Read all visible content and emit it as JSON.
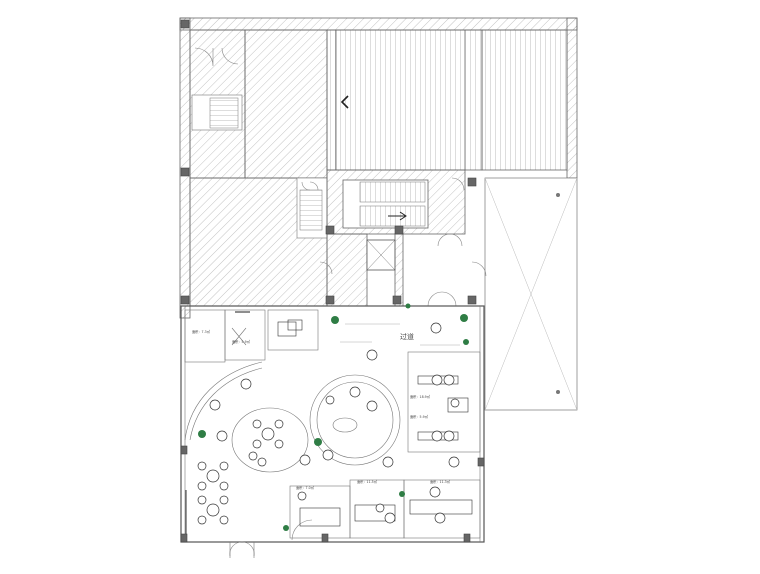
{
  "drawing": {
    "label_passage": "过道",
    "room_labels": [
      {
        "key": "r1",
        "text": "面积：7.3㎡"
      },
      {
        "key": "r2",
        "text": "面积：5.9㎡"
      },
      {
        "key": "r3",
        "text": "面积：18.9㎡"
      },
      {
        "key": "r4",
        "text": "面积：5.9㎡"
      },
      {
        "key": "r5",
        "text": "面积：11.5㎡"
      },
      {
        "key": "r6",
        "text": "面积：11.3㎡"
      },
      {
        "key": "r7",
        "text": "面积：7.0㎡"
      }
    ],
    "colors": {
      "line": "#555555",
      "hatch": "#9a9a9a",
      "plant": "#2f7d45",
      "furniture": "#333333"
    },
    "icons": [
      "stair-arrow-icon",
      "plant-icon",
      "chair-icon",
      "door-swing-icon",
      "column-icon"
    ]
  }
}
